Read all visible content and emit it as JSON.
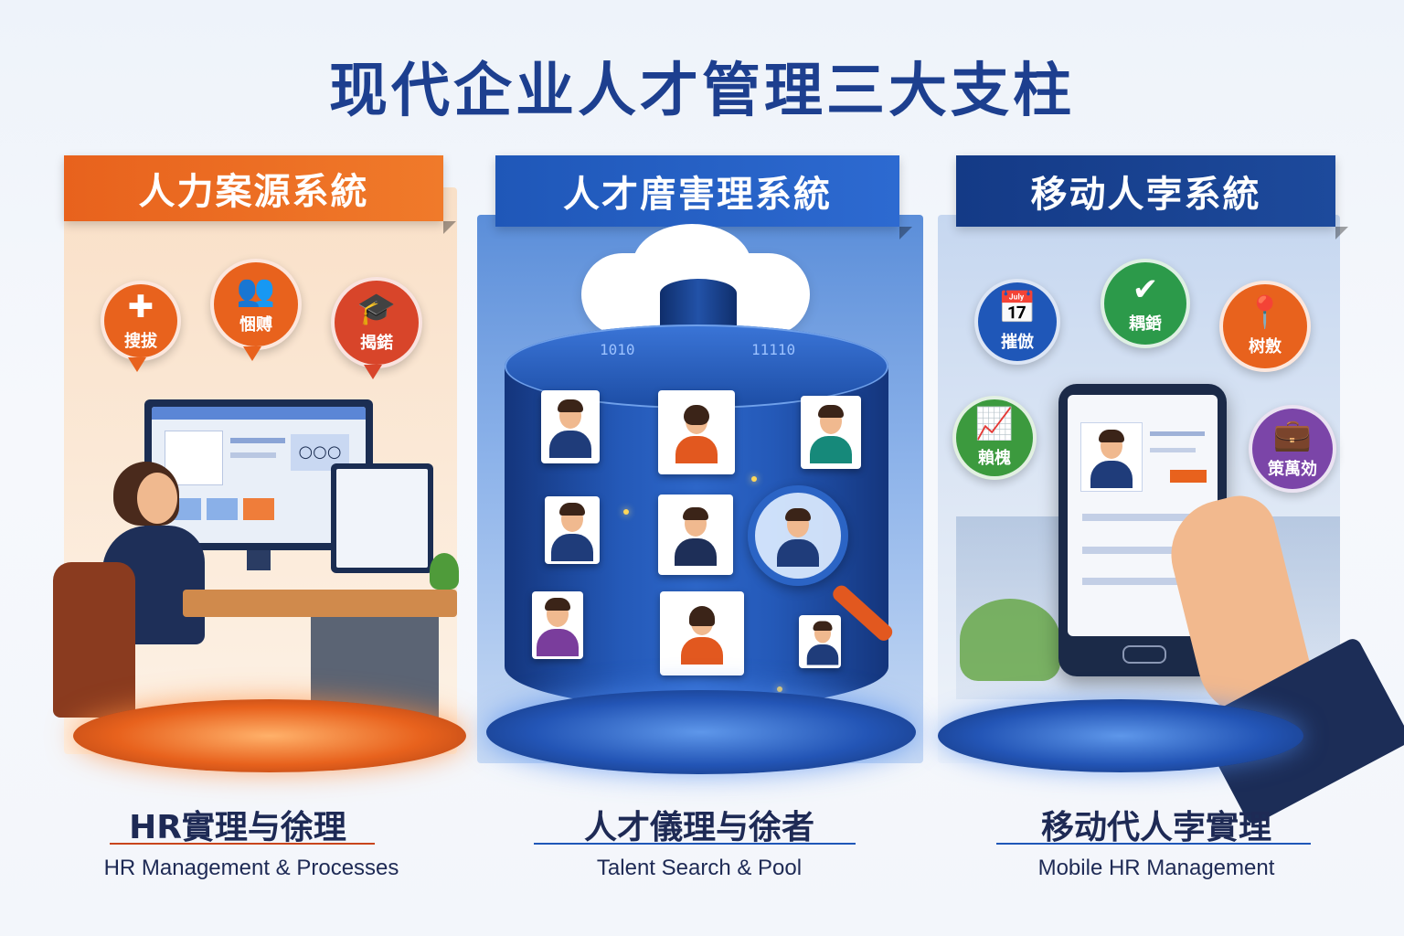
{
  "title": "现代企业人才管理三大支柱",
  "colors": {
    "orange": "#e8621d",
    "blue": "#1f57b8",
    "navy": "#143a86",
    "title": "#1d3f8f"
  },
  "panels": [
    {
      "banner": "人力案源系統",
      "caption_cn": "HR實理与徐理",
      "caption_en": "HR Management & Processes",
      "bubbles": [
        {
          "icon": "first-aid-kit-icon",
          "label": "搜拔"
        },
        {
          "icon": "team-icon",
          "label": "悃赙"
        },
        {
          "icon": "graduation-cap-icon",
          "label": "揭鍩"
        }
      ],
      "screen_icons": "○○○"
    },
    {
      "banner": "人才庴害理系統",
      "caption_cn": "人才儀理与徐者",
      "caption_en": "Talent Search & Pool",
      "binary_left": "1010",
      "binary_right": "11110"
    },
    {
      "banner": "移动人孛系統",
      "caption_cn": "移动代人孛實理",
      "caption_en": "Mobile HR Management",
      "bubbles": [
        {
          "icon": "calendar-search-icon",
          "label": "摧倣"
        },
        {
          "icon": "check-icon",
          "label": "耦銽"
        },
        {
          "icon": "location-pin-icon",
          "label": "树敫"
        },
        {
          "icon": "growth-chart-icon",
          "label": "賴槐"
        },
        {
          "icon": "briefcase-icon",
          "label": "策萬効"
        }
      ]
    }
  ]
}
